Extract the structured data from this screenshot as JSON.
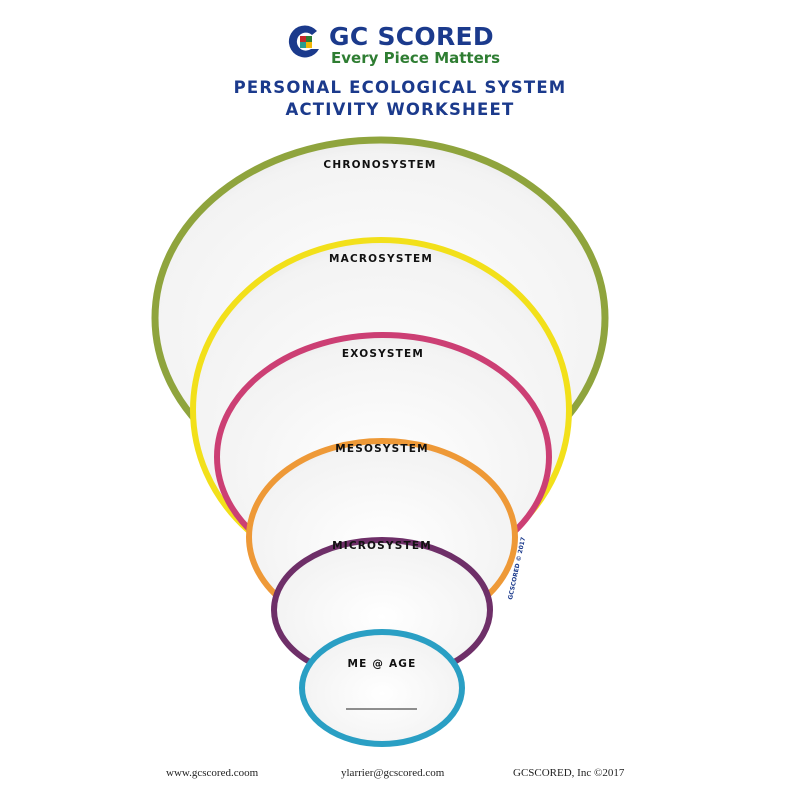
{
  "logo": {
    "brand": "GC SCORED",
    "tagline": "Every Piece Matters",
    "colors": {
      "blue": "#1b3a8c",
      "green": "#2e7d32",
      "red": "#c62828",
      "teal": "#2a9d8f"
    }
  },
  "worksheet": {
    "title_line1": "PERSONAL ECOLOGICAL SYSTEM",
    "title_line2": "ACTIVITY WORKSHEET"
  },
  "systems": [
    {
      "key": "chronosystem",
      "label": "CHRONOSYSTEM",
      "color": "#8fa43d"
    },
    {
      "key": "macrosystem",
      "label": "MACROSYSTEM",
      "color": "#f2e01a"
    },
    {
      "key": "exosystem",
      "label": "EXOSYSTEM",
      "color": "#cc3f74"
    },
    {
      "key": "mesosystem",
      "label": "MESOSYSTEM",
      "color": "#ee9937"
    },
    {
      "key": "microsystem",
      "label": "MICROSYSTEM",
      "color": "#6e2f68"
    },
    {
      "key": "me",
      "label": "ME @ AGE",
      "color": "#2a9fc4"
    }
  ],
  "side_mark": "GCSCORED © 2017",
  "footer": {
    "website": "www.gcscored.coom",
    "email": "ylarrier@gcscored.com",
    "copyright": "GCSCORED, Inc ©2017"
  }
}
